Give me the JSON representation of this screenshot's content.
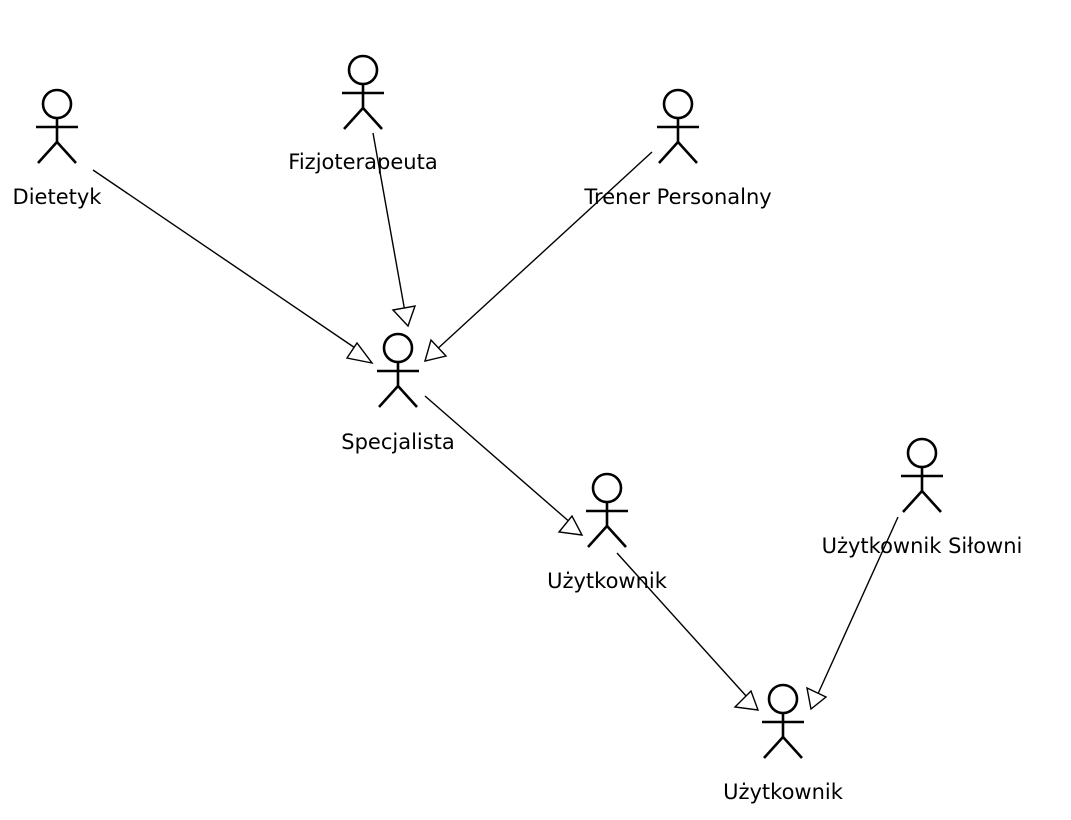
{
  "diagram": {
    "type": "uml-use-case-actor-generalization",
    "actors": [
      {
        "id": "dietetyk",
        "label": "Dietetyk"
      },
      {
        "id": "fizjoterapeuta",
        "label": "Fizjoterapeuta"
      },
      {
        "id": "trener",
        "label": "Trener Personalny"
      },
      {
        "id": "specjalista",
        "label": "Specjalista"
      },
      {
        "id": "uzytkownik1",
        "label": "Użytkownik"
      },
      {
        "id": "silownia",
        "label": "Użytkownik Siłowni"
      },
      {
        "id": "uzytkownik2",
        "label": "Użytkownik"
      }
    ],
    "generalizations": [
      {
        "from": "dietetyk",
        "to": "specjalista"
      },
      {
        "from": "fizjoterapeuta",
        "to": "specjalista"
      },
      {
        "from": "trener",
        "to": "specjalista"
      },
      {
        "from": "specjalista",
        "to": "uzytkownik1"
      },
      {
        "from": "uzytkownik1",
        "to": "uzytkownik2"
      },
      {
        "from": "silownia",
        "to": "uzytkownik2"
      }
    ]
  }
}
